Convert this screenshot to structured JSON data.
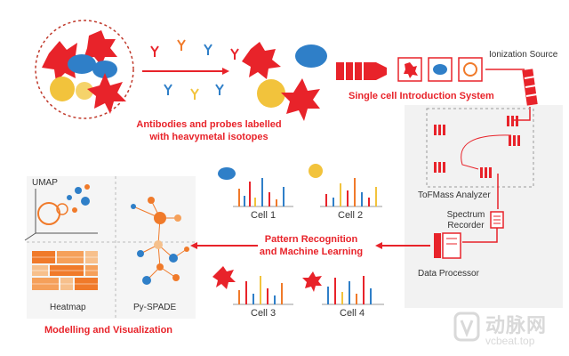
{
  "labels": {
    "antibodies": "Antibodies and probes labelled\nwith heavymetal isotopes",
    "single_cell": "Single cell Introduction System",
    "ionization": "Ionization Source",
    "tofmass": "ToFMass Analyzer",
    "spectrum": "Spectrum\nRecorder",
    "processor": "Data Processor",
    "pattern": "Pattern Recognition\nand Machine Learning",
    "modelling": "Modelling and Visualization",
    "umap": "UMAP",
    "heatmap": "Heatmap",
    "pyspade": "Py-SPADE"
  },
  "cells": [
    "Cell 1",
    "Cell 2",
    "Cell 3",
    "Cell 4"
  ],
  "watermark": {
    "cn": "动脉网",
    "en": "vcbeat.top"
  },
  "colors": {
    "red": "#e8232a",
    "blue": "#2f7fc8",
    "yellow": "#f2c33c",
    "orange": "#f07a2a",
    "gray_panel": "#f2f2f2"
  }
}
